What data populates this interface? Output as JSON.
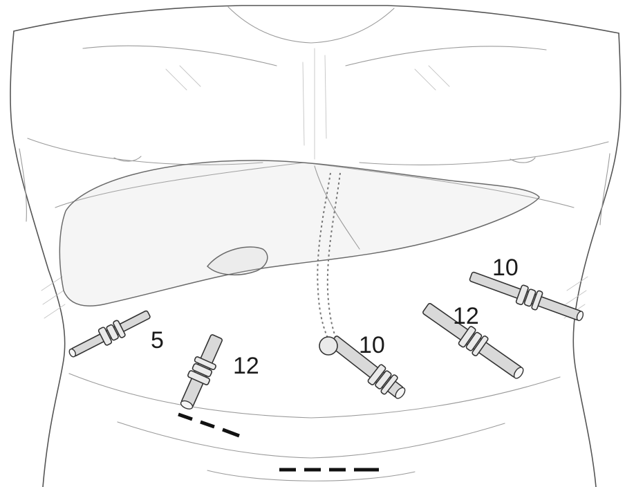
{
  "figure": {
    "ports": [
      {
        "id": "right-lateral",
        "label": "5"
      },
      {
        "id": "right-mid",
        "label": "12"
      },
      {
        "id": "umbilical",
        "label": "10"
      },
      {
        "id": "left-mid",
        "label": "12"
      },
      {
        "id": "left-subcostal",
        "label": "10"
      }
    ],
    "incisions": [
      {
        "id": "right-lower",
        "dashes": 3
      },
      {
        "id": "suprapubic",
        "dashes": 4
      }
    ]
  }
}
